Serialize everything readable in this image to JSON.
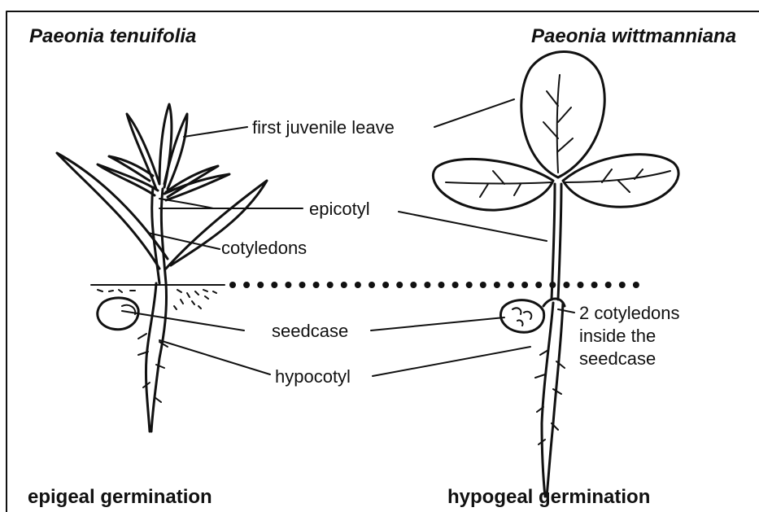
{
  "titles": {
    "left": "Paeonia tenuifolia",
    "right": "Paeonia wittmanniana"
  },
  "labels": {
    "first_juvenile_leave": "first juvenile leave",
    "epicotyl": "epicotyl",
    "cotyledons": "cotyledons",
    "seedcase": "seedcase",
    "hypocotyl": "hypocotyl",
    "two_cotyledons": [
      "2 cotyledons",
      "inside the",
      "seedcase"
    ]
  },
  "germination": {
    "left": "epigeal germination",
    "right": "hypogeal germination"
  }
}
